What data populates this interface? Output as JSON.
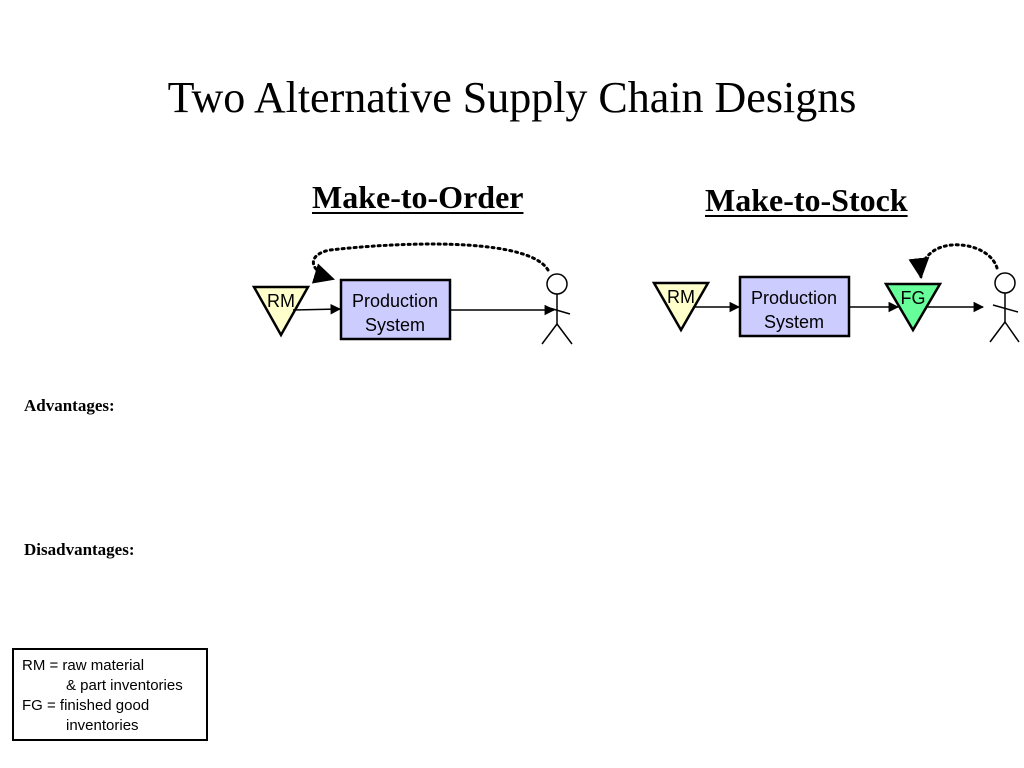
{
  "slide": {
    "title": "Two Alternative Supply Chain Designs"
  },
  "make_to_order": {
    "heading": "Make-to-Order",
    "rm_label": "RM",
    "production_line1": "Production",
    "production_line2": "System"
  },
  "make_to_stock": {
    "heading": "Make-to-Stock",
    "rm_label": "RM",
    "production_line1": "Production",
    "production_line2": "System",
    "fg_label": "FG"
  },
  "labels": {
    "advantages": "Advantages:",
    "disadvantages": "Disadvantages:"
  },
  "legend": {
    "line1": "RM = raw material",
    "line2": "& part inventories",
    "line3": "FG = finished good",
    "line4": "inventories"
  },
  "colors": {
    "rm_fill": "#ffffcc",
    "production_fill": "#ccccff",
    "fg_fill": "#66ff99",
    "stroke": "#000000"
  }
}
